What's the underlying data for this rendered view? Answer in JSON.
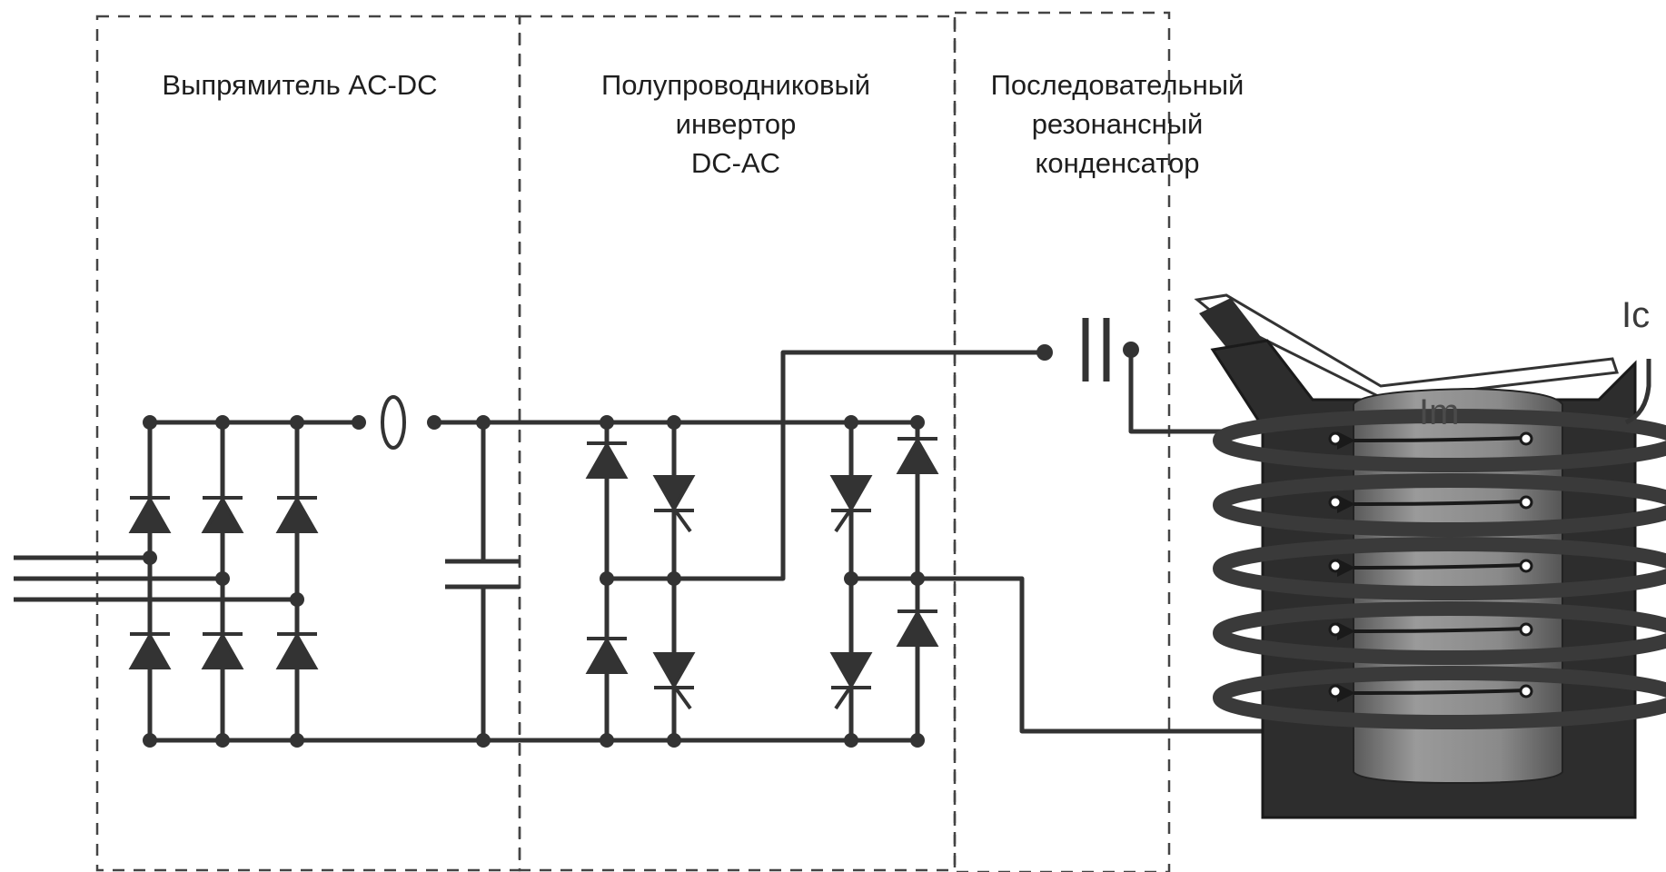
{
  "blocks": {
    "rectifier": {
      "title": "Выпрямитель AC-DC"
    },
    "inverter": {
      "lines": [
        "Полупроводниковый",
        "инвертор",
        "DC-AC"
      ]
    },
    "capacitor": {
      "lines": [
        "Последовательный",
        "резонансный",
        "конденсатор"
      ]
    }
  },
  "currents": {
    "coil": "Ic",
    "melt": "Im"
  },
  "colors": {
    "ink": "#333333",
    "furnace": "#2d2d2d",
    "crucible": "#8c8c8c",
    "coil": "#3a3a3a"
  }
}
